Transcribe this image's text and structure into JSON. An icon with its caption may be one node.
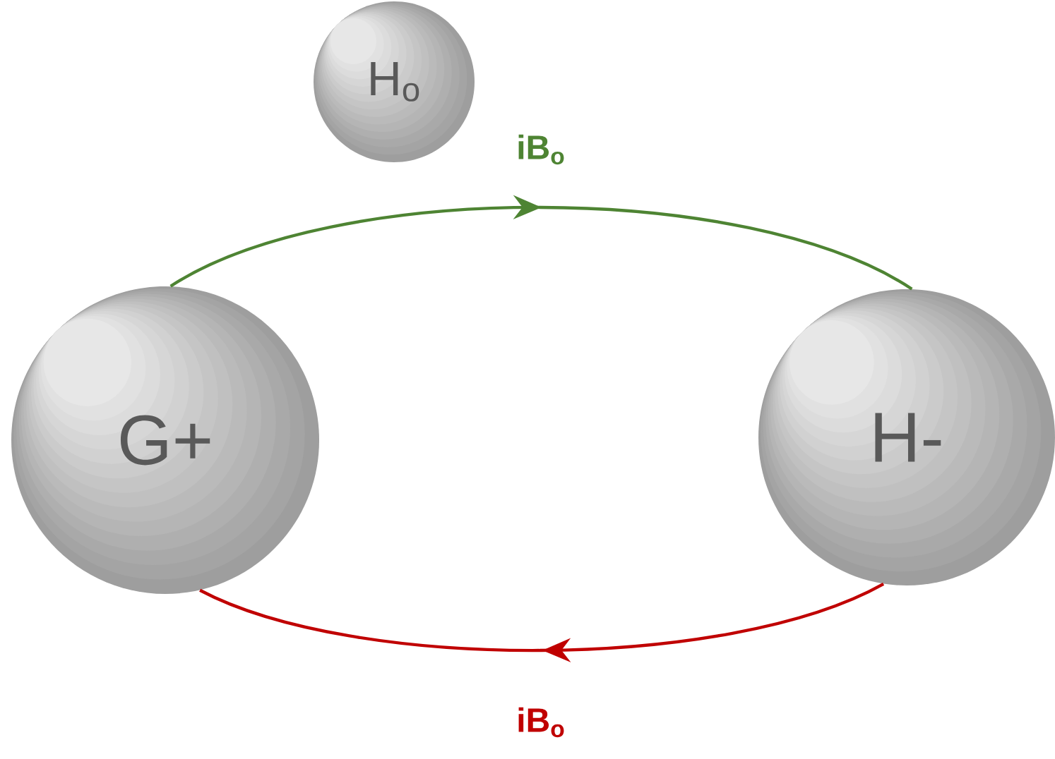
{
  "diagram": {
    "nodes": [
      {
        "text": [
          "H$_{o}$"
        ]
      },
      {
        "text": [
          "G+"
        ]
      },
      {
        "text": [
          "H-"
        ]
      }
    ],
    "edges": [
      {
        "from": 1,
        "to": 2,
        "arrow": "to",
        "label": "iB$_{o}$",
        "color": "#4e8433"
      },
      {
        "from": 2,
        "to": 1,
        "arrow": "to",
        "label": "iB$_{o}$",
        "color": "#c00000"
      }
    ]
  }
}
